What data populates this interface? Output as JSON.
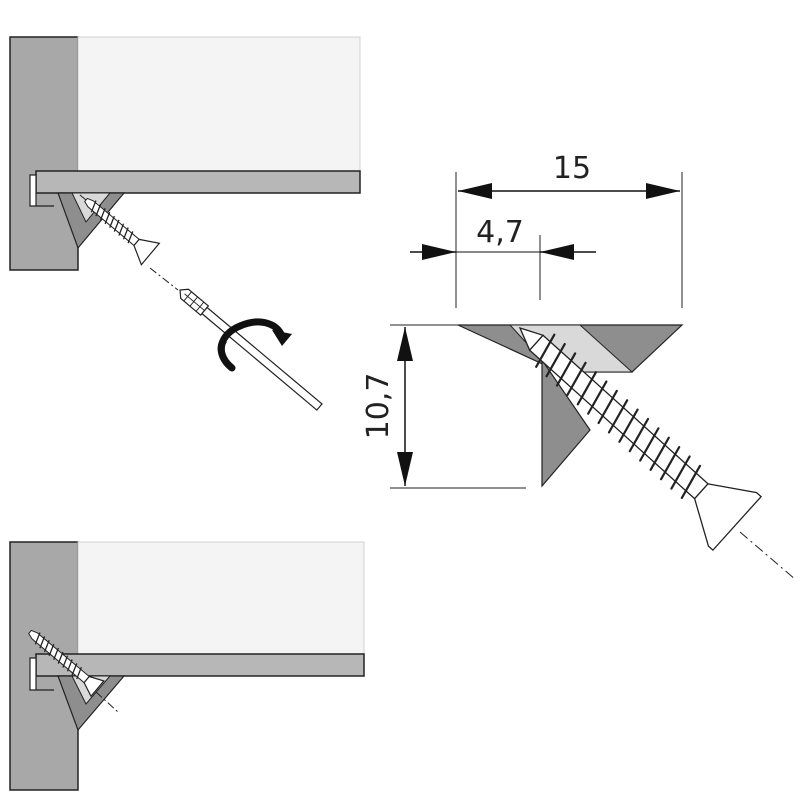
{
  "dimensions": {
    "total_width": "15",
    "edge_offset": "4,7",
    "height": "10,7"
  },
  "colors": {
    "wall": "#a8a8a8",
    "panel": "#f4f4f4",
    "shelf": "#b7b7b7",
    "bracket_dark": "#8e8e8e",
    "bracket_light": "#d9d9d9",
    "line": "#222222"
  }
}
